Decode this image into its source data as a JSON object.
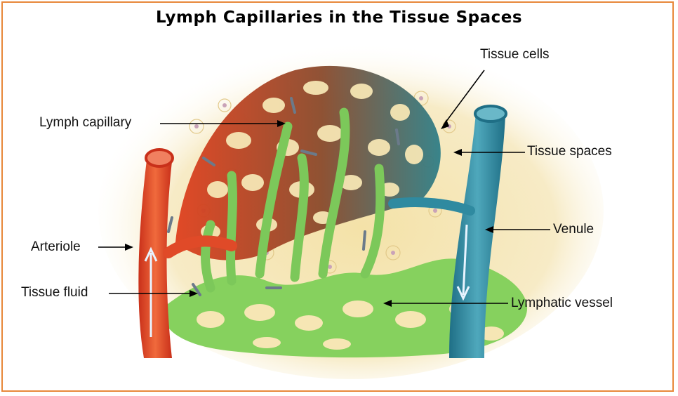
{
  "title": "Lymph Capillaries in the Tissue Spaces",
  "labels": {
    "tissue_cells": "Tissue cells",
    "lymph_capillary": "Lymph capillary",
    "tissue_spaces": "Tissue spaces",
    "venule": "Venule",
    "arteriole": "Arteriole",
    "tissue_fluid": "Tissue fluid",
    "lymphatic_vessel": "Lymphatic vessel"
  },
  "colors": {
    "border": "#e8883a",
    "tissue": "#f6e6b4",
    "arteriole": "#e04a28",
    "venule": "#2f8aa0",
    "capillary_net": "#9a4a2a",
    "lymph": "#7fcf5a",
    "flow_arrow": "#6b7a8a"
  }
}
